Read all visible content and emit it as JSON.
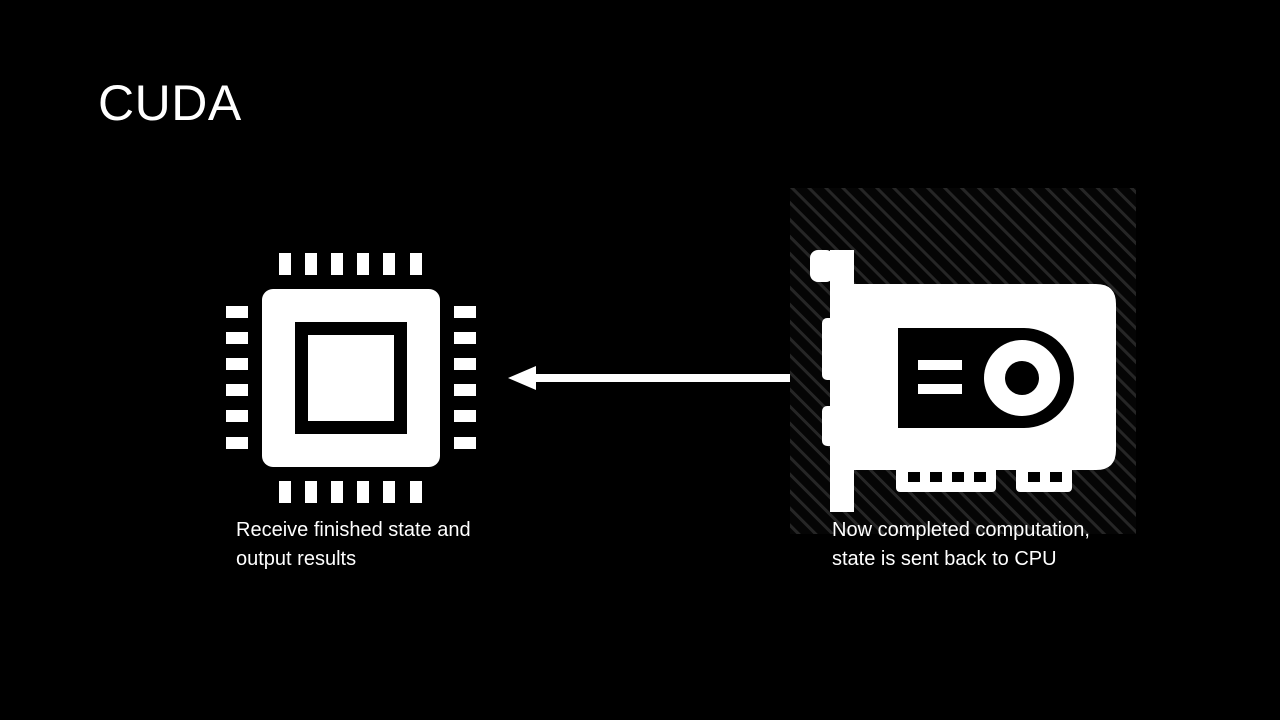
{
  "slide": {
    "title": "CUDA"
  },
  "cpu": {
    "icon": "cpu-chip-icon",
    "caption": "Receive finished state and output results"
  },
  "arrow": {
    "icon": "arrow-left-icon"
  },
  "gpu": {
    "icon": "graphics-card-icon",
    "caption": "Now completed computation, state is sent back to CPU"
  },
  "colors": {
    "background": "#000000",
    "foreground": "#ffffff",
    "hatch": "#2a2a2a"
  }
}
